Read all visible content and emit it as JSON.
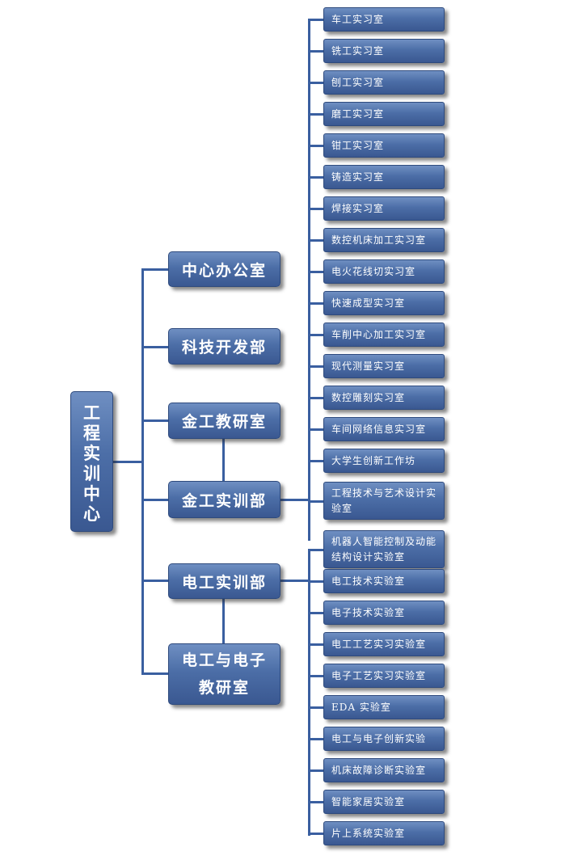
{
  "root": {
    "label": "工程实训中心"
  },
  "departments": [
    {
      "id": "office",
      "label": "中心办公室"
    },
    {
      "id": "tech",
      "label": "科技开发部"
    },
    {
      "id": "jg_research",
      "label": "金工教研室"
    },
    {
      "id": "jg_training",
      "label": "金工实训部"
    },
    {
      "id": "dg_training",
      "label": "电工实训部"
    },
    {
      "id": "dg_research",
      "label": "电工与电子教研室"
    }
  ],
  "jingong_labs": [
    "车工实习室",
    "铣工实习室",
    "刨工实习室",
    "磨工实习室",
    "钳工实习室",
    "铸造实习室",
    "焊接实习室",
    "数控机床加工实习室",
    "电火花线切实习室",
    "快速成型实习室",
    "车削中心加工实习室",
    "现代测量实习室",
    "数控雕刻实习室",
    "车间网络信息实习室",
    "大学生创新工作坊",
    "工程技术与艺术设计实验室",
    "机器人智能控制及动能结构设计实验室"
  ],
  "diangong_labs": [
    "电工技术实验室",
    "电子技术实验室",
    "电工工艺实习实验室",
    "电子工艺实习实验室",
    "EDA 实验室",
    "电工与电子创新实验",
    "机床故障诊断实验室",
    "智能家居实验室",
    "片上系统实验室"
  ],
  "colors": {
    "box": "#4c6ea7",
    "line": "#3a5fa0",
    "text": "#ffffff"
  }
}
